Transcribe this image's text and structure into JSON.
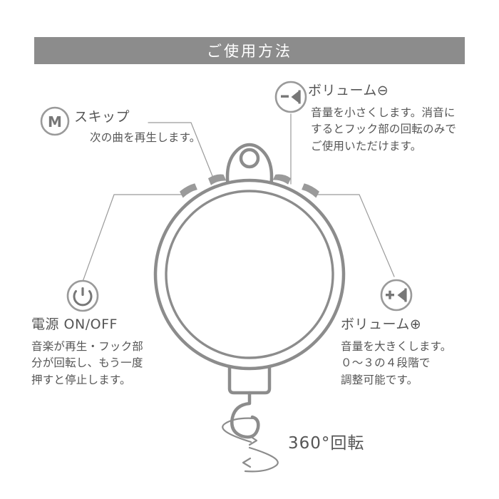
{
  "header": {
    "title": "ご使用方法"
  },
  "callouts": {
    "skip": {
      "icon": "circle-m-icon",
      "title": "スキップ",
      "body": [
        "次の曲を再生します。"
      ]
    },
    "volume_down": {
      "icon": "volume-minus-track-icon",
      "title": "ボリューム⊖",
      "body": [
        "音量を小さくします。消音に",
        "するとフック部の回転のみで",
        "ご使用いただけます。"
      ]
    },
    "power": {
      "icon": "power-icon",
      "title": "電源 ON/OFF",
      "body": [
        "音楽が再生・フック部",
        "分が回転し、もう一度",
        "押すと停止します。"
      ]
    },
    "volume_up": {
      "icon": "volume-plus-track-icon",
      "title": "ボリューム⊕",
      "body": [
        "音量を大きくします。",
        "０〜３の４段階で",
        "調整可能です。"
      ]
    },
    "rotation": {
      "icon": "rotation-arrows-icon",
      "title": "360°回転"
    }
  },
  "device": {
    "name": "circular-music-box-with-hook",
    "parts": [
      "top-tab-ring",
      "outer-ring",
      "inner-ring",
      "rim-buttons",
      "neck",
      "hook"
    ]
  },
  "colors": {
    "header_bar": "#8c8c8c",
    "header_text": "#ffffff",
    "text": "#555555",
    "line": "#8c8c8c",
    "leader_line": "#9a9a9a",
    "background": "#ffffff"
  }
}
